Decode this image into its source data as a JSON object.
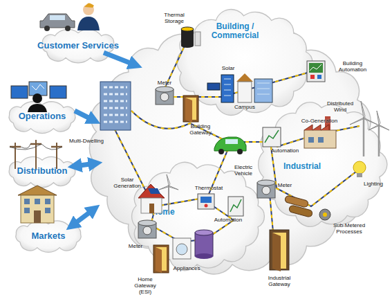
{
  "diagram": {
    "nodes": [
      {
        "text": [
          "Customer Services"
        ]
      },
      {
        "text": [
          "Operations"
        ]
      },
      {
        "text": [
          "Distribution"
        ]
      },
      {
        "text": [
          "Markets"
        ]
      },
      {
        "text": [
          "Building / Commercial"
        ]
      },
      {
        "text": [
          "Industrial"
        ]
      },
      {
        "text": [
          "Home"
        ]
      }
    ],
    "labels": [
      "Thermal Storage",
      "Building Automation",
      "Meter",
      "Solar",
      "Campus",
      "Building Gateway",
      "Multi-Dwelling",
      "Electric Vehicle",
      "Distributed Wind",
      "Co-Generation",
      "Automation",
      "Lighting",
      "Meter",
      "Sub-Metered Processes",
      "Industrial Gateway",
      "Solar Generation",
      "Thermostat",
      "Automation",
      "Meter",
      "Appliances",
      "Home Gateway (ESI)"
    ]
  }
}
